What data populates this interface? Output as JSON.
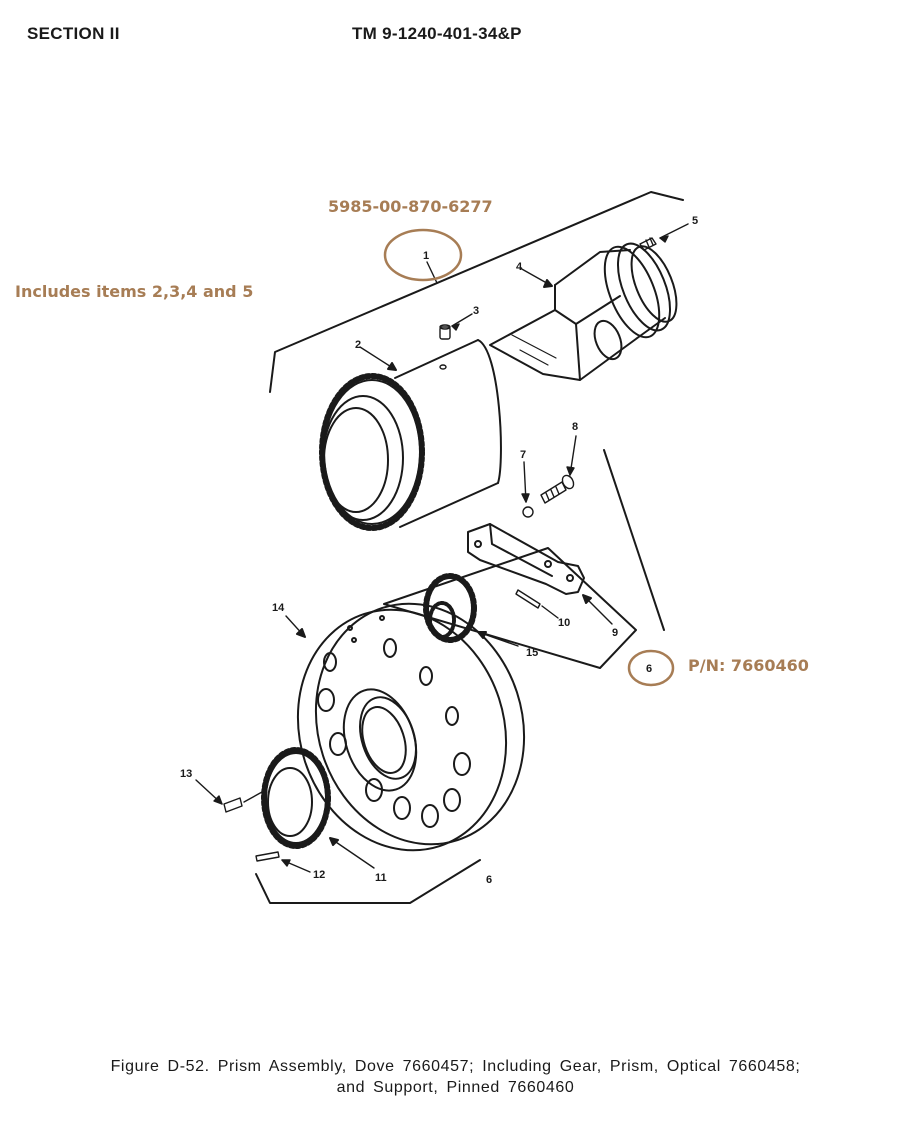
{
  "header": {
    "section": "SECTION II",
    "tm_number": "TM 9-1240-401-34&P"
  },
  "annotations": {
    "nsn": "5985-00-870-6277",
    "includes": "Includes items 2,3,4 and 5",
    "part_number": "P/N: 7660460",
    "color": "#a77d55"
  },
  "callouts": [
    "1",
    "2",
    "3",
    "4",
    "5",
    "6",
    "7",
    "8",
    "9",
    "10",
    "11",
    "12",
    "13",
    "14",
    "15",
    "6"
  ],
  "caption": {
    "line1": "Figure D-52. Prism Assembly, Dove 7660457; Including Gear, Prism, Optical 7660458;",
    "line2": "and Support, Pinned 7660460"
  }
}
